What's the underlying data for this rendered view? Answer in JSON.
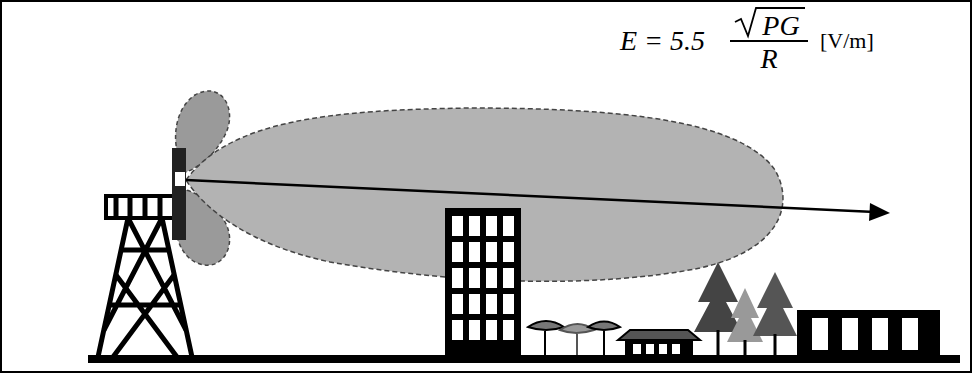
{
  "diagram": {
    "labels": [
      "E = 5.5",
      "PG",
      "R",
      "[V/m]"
    ]
  }
}
